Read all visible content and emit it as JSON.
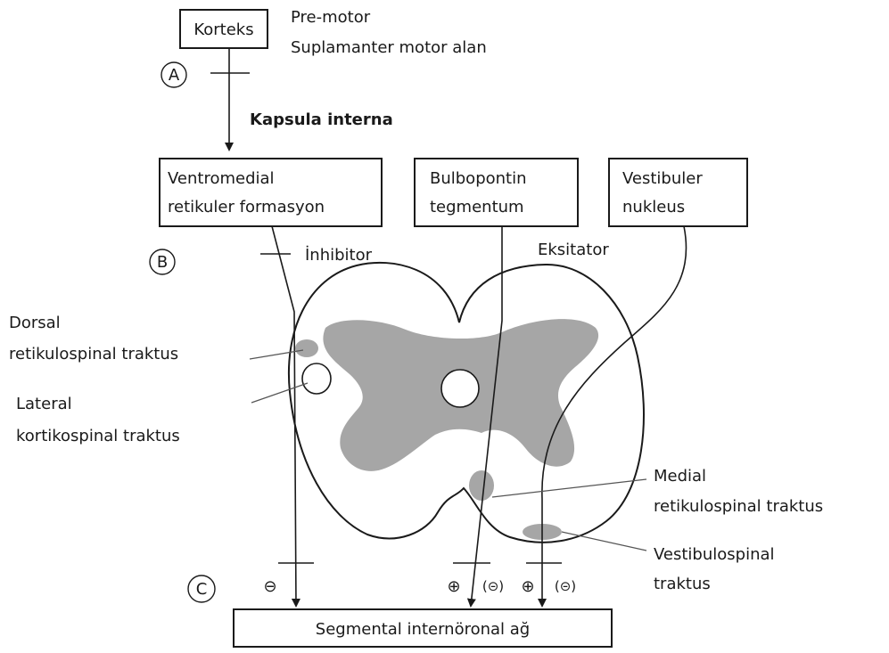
{
  "boxes": {
    "korteks": "Korteks",
    "ventromedial_1": "Ventromedial",
    "ventromedial_2": "retikuler formasyon",
    "bulbopontin_1": "Bulbopontin",
    "bulbopontin_2": "tegmentum",
    "vestibuler_1": "Vestibuler",
    "vestibuler_2": "nukleus",
    "segmental": "Segmental internöronal ağ"
  },
  "labels": {
    "premotor": "Pre-motor",
    "suplamanter": "Suplamanter motor alan",
    "kapsula": "Kapsula interna",
    "inhibitor": "İnhibitor",
    "eksitator": "Eksitator",
    "dorsal_1": "Dorsal",
    "dorsal_2": "retikulospinal traktus",
    "lateral_1": "Lateral",
    "lateral_2": "kortikospinal traktus",
    "medial_1": "Medial",
    "medial_2": "retikulospinal traktus",
    "vestibulospinal_1": "Vestibulospinal",
    "vestibulospinal_2": "traktus"
  },
  "markers": {
    "a": "A",
    "b": "B",
    "c": "C"
  },
  "signs": {
    "minus": "⊖",
    "plus_1": "⊕",
    "paren_minus_1": "(⊝)",
    "plus_2": "⊕",
    "paren_minus_2": "(⊝)"
  },
  "colors": {
    "gray_matter": "#a6a6a6",
    "line": "#1a1a1a"
  }
}
